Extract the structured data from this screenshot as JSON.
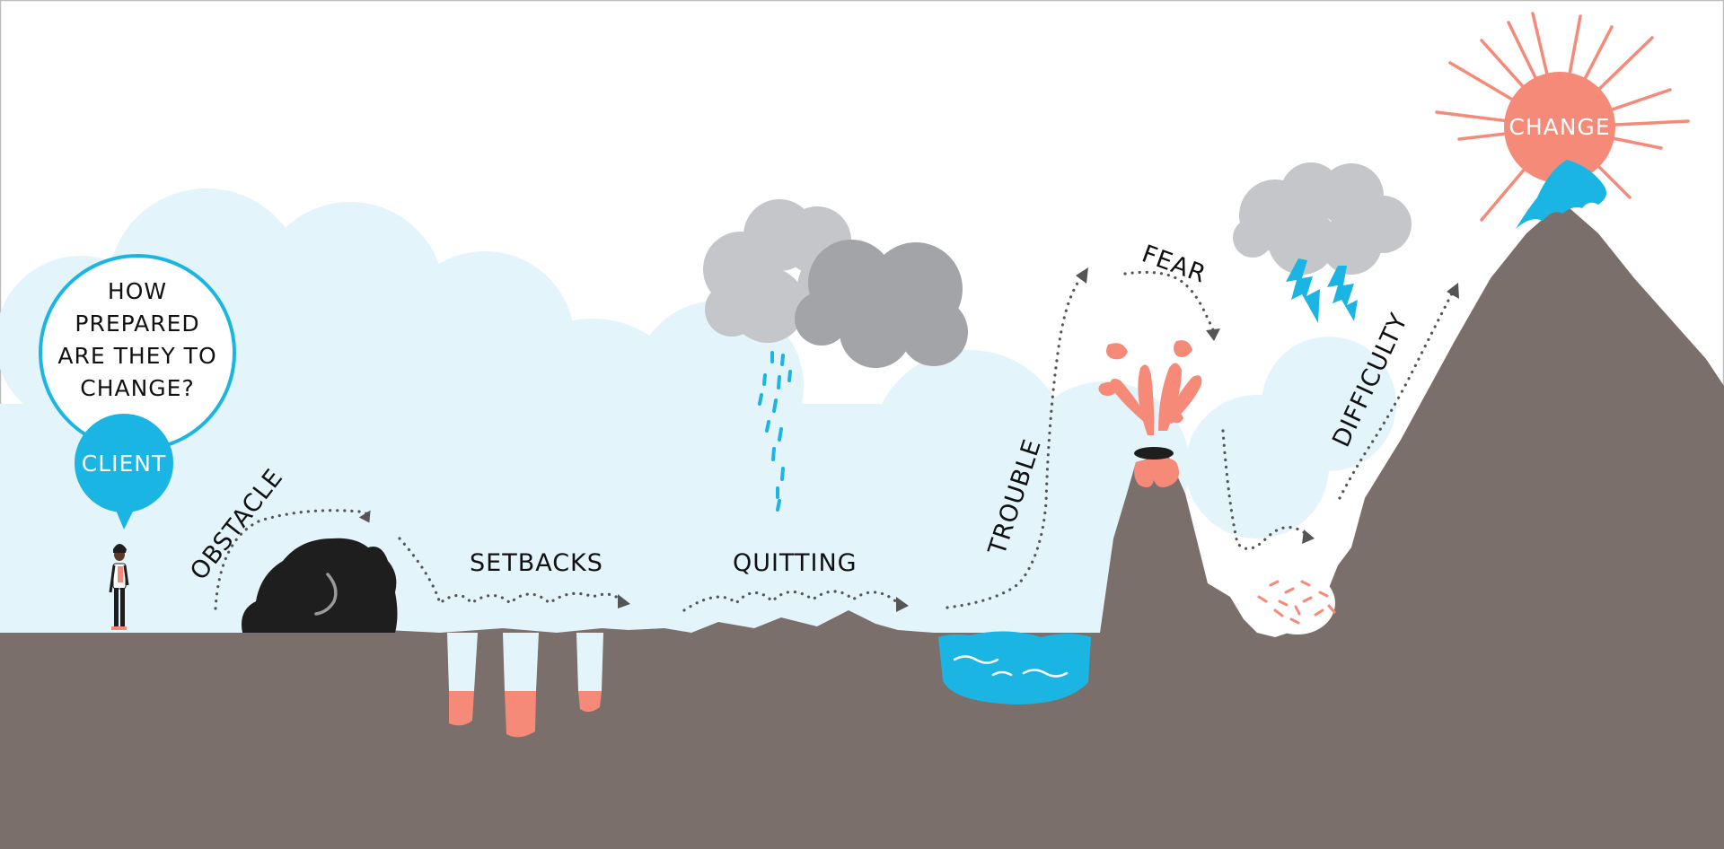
{
  "bubble": {
    "question_lines": [
      "HOW",
      "PREPARED",
      "ARE THEY TO",
      "CHANGE?"
    ],
    "client_label": "CLIENT"
  },
  "stages": {
    "obstacle": "OBSTACLE",
    "setbacks": "SETBACKS",
    "quitting": "QUITTING",
    "trouble": "TROUBLE",
    "fear": "FEAR",
    "difficulty": "DIFFICULTY",
    "change": "CHANGE"
  },
  "colors": {
    "ground": "#7a6f6a",
    "sky_cloud": "#e4f4fb",
    "cyan": "#1bb5e3",
    "salmon": "#f58a78",
    "storm_light": "#c5c6c9",
    "storm_dark": "#a3a4a8",
    "rock": "#1e1e1e"
  },
  "icons": {
    "figure": "person-icon",
    "rock": "boulder-icon",
    "storm": "rain-cloud-icon",
    "thunder": "lightning-cloud-icon",
    "volcano": "volcano-icon",
    "water": "water-pit-icon",
    "sun": "sun-icon"
  }
}
